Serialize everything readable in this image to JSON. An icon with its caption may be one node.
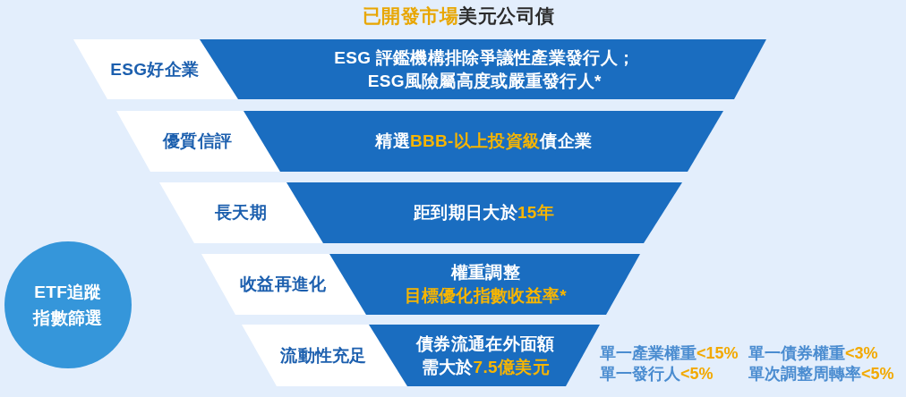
{
  "diagram": {
    "title": "**已開發市場**美元公司債",
    "nodes": [
      {
        "text": [
          "ESG好企業"
        ]
      },
      {
        "text": [
          "ESG 評鑑機構排除爭議性產業發行人；ESG風險屬高度或嚴重發行人*"
        ]
      },
      {
        "text": [
          "優質信評"
        ]
      },
      {
        "text": [
          "精選**BBB-以上投資級**債企業"
        ]
      },
      {
        "text": [
          "長天期"
        ]
      },
      {
        "text": [
          "距到期日大於**15年**"
        ]
      },
      {
        "text": [
          "ETF追蹤指數篩選"
        ]
      },
      {
        "text": [
          "收益再進化"
        ]
      },
      {
        "text": [
          "權重調整",
          "目標優化指數收益率*"
        ]
      },
      {
        "text": [
          "流動性充足"
        ]
      },
      {
        "text": [
          "債券流通在外面額需大於**7.5億美元**"
        ]
      }
    ],
    "labels": [
      "單一產業權重**<15%**",
      "單一債券權重**<3%**",
      "單一發行人**<5%**",
      "單次調整周轉率**<5%**"
    ]
  }
}
